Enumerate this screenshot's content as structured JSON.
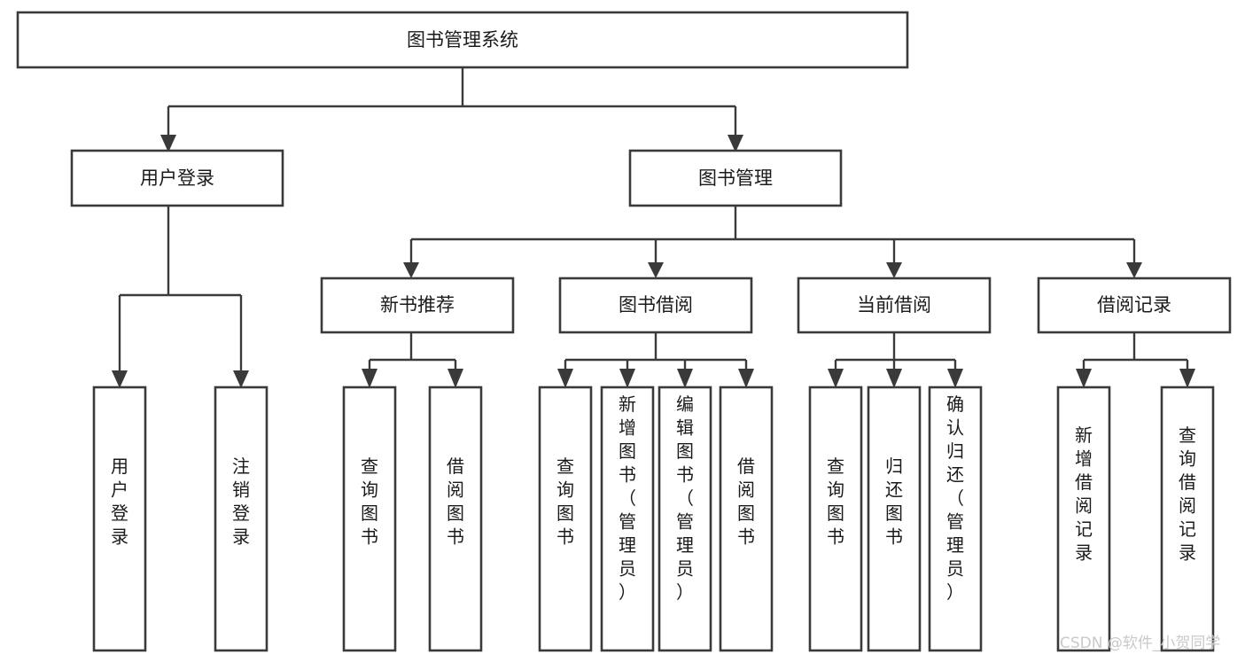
{
  "diagram": {
    "type": "tree",
    "title": "图书管理系统",
    "watermark": "CSDN @软件_小贺同学",
    "colors": {
      "stroke": "#3a3a3a",
      "box_fill": "#ffffff",
      "text": "#1a1a1a",
      "watermark": "#c9c9c9",
      "background": "#ffffff"
    },
    "levels": [
      {
        "level": 1,
        "nodes": [
          {
            "id": "root",
            "label": "图书管理系统",
            "orientation": "horizontal"
          }
        ]
      },
      {
        "level": 2,
        "nodes": [
          {
            "id": "login",
            "label": "用户登录",
            "orientation": "horizontal",
            "parent": "root"
          },
          {
            "id": "bookmgmt",
            "label": "图书管理",
            "orientation": "horizontal",
            "parent": "root"
          }
        ]
      },
      {
        "level": 3,
        "nodes": [
          {
            "id": "newbook",
            "label": "新书推荐",
            "orientation": "horizontal",
            "parent": "bookmgmt"
          },
          {
            "id": "borrow",
            "label": "图书借阅",
            "orientation": "horizontal",
            "parent": "bookmgmt"
          },
          {
            "id": "current",
            "label": "当前借阅",
            "orientation": "horizontal",
            "parent": "bookmgmt"
          },
          {
            "id": "records",
            "label": "借阅记录",
            "orientation": "horizontal",
            "parent": "bookmgmt"
          }
        ]
      },
      {
        "level": 4,
        "nodes": [
          {
            "id": "leaf-1",
            "label": "用户登录",
            "orientation": "vertical",
            "parent": "login"
          },
          {
            "id": "leaf-2",
            "label": "注销登录",
            "orientation": "vertical",
            "parent": "login"
          },
          {
            "id": "leaf-3",
            "label": "查询图书",
            "orientation": "vertical",
            "parent": "newbook"
          },
          {
            "id": "leaf-4",
            "label": "借阅图书",
            "orientation": "vertical",
            "parent": "newbook"
          },
          {
            "id": "leaf-5",
            "label": "查询图书",
            "orientation": "vertical",
            "parent": "borrow"
          },
          {
            "id": "leaf-6",
            "label": "新增图书（管理员）",
            "orientation": "vertical",
            "parent": "borrow"
          },
          {
            "id": "leaf-7",
            "label": "编辑图书（管理员）",
            "orientation": "vertical",
            "parent": "borrow"
          },
          {
            "id": "leaf-8",
            "label": "借阅图书",
            "orientation": "vertical",
            "parent": "borrow"
          },
          {
            "id": "leaf-9",
            "label": "查询图书",
            "orientation": "vertical",
            "parent": "current"
          },
          {
            "id": "leaf-10",
            "label": "归还图书",
            "orientation": "vertical",
            "parent": "current"
          },
          {
            "id": "leaf-11",
            "label": "确认归还（管理员）",
            "orientation": "vertical",
            "parent": "current"
          },
          {
            "id": "leaf-12",
            "label": "新增借阅记录",
            "orientation": "vertical",
            "parent": "records"
          },
          {
            "id": "leaf-13",
            "label": "查询借阅记录",
            "orientation": "vertical",
            "parent": "records"
          }
        ]
      }
    ]
  }
}
